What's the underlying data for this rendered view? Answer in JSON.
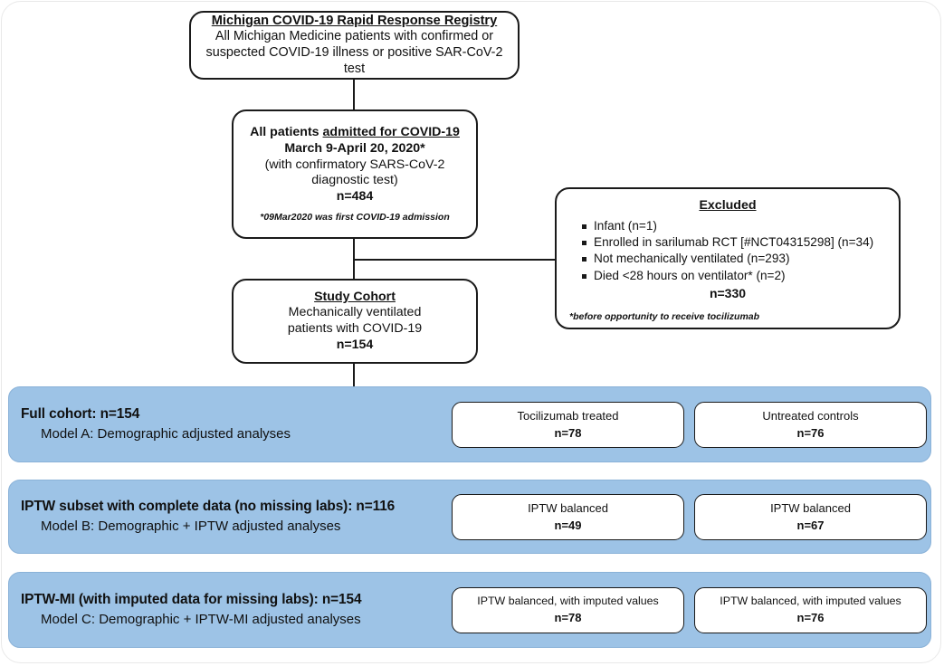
{
  "figure": {
    "type": "flow-diagram",
    "title": "Study cohort derivation flow diagram"
  },
  "boxes": {
    "registry": {
      "title": "Michigan COVID-19 Rapid Response Registry",
      "line1": "All Michigan Medicine patients with confirmed or",
      "line2": "suspected COVID-19 illness or positive SAR-CoV-2 test"
    },
    "admitted": {
      "line1_prefix": "All patients ",
      "line1_underline": "admitted for COVID-19",
      "line2": "March 9-April 20, 2020*",
      "line3": "(with confirmatory SARS-CoV-2",
      "line4": "diagnostic test)",
      "n": "n=484",
      "footnote": "*09Mar2020 was first COVID-19 admission"
    },
    "excluded": {
      "title": "Excluded",
      "items": [
        "Infant (n=1)",
        "Enrolled in sarilumab RCT [#NCT04315298] (n=34)",
        "Not mechanically ventilated (n=293)",
        "Died <28 hours on ventilator* (n=2)"
      ],
      "total": "n=330",
      "footnote": "*before opportunity to receive tocilizumab"
    },
    "cohort": {
      "title": "Study Cohort",
      "line1": "Mechanically ventilated",
      "line2": "patients with COVID-19",
      "n": "n=154"
    }
  },
  "bands": [
    {
      "id": "A",
      "label_line1": "Full cohort:  n=154",
      "label_line2": "Model A:  Demographic adjusted analyses",
      "left_box": {
        "title": "Tocilizumab treated",
        "n": "n=78"
      },
      "right_box": {
        "title": "Untreated controls",
        "n": "n=76"
      }
    },
    {
      "id": "B",
      "label_line1": "IPTW subset with complete data (no missing labs):  n=116",
      "label_line2": "Model B:  Demographic + IPTW adjusted analyses",
      "left_box": {
        "title": "IPTW balanced",
        "n": "n=49"
      },
      "right_box": {
        "title": "IPTW balanced",
        "n": "n=67"
      }
    },
    {
      "id": "C",
      "label_line1": "IPTW-MI (with imputed data for missing labs):  n=154",
      "label_line2": "Model C:  Demographic + IPTW-MI adjusted analyses",
      "left_box": {
        "title": "IPTW balanced, with imputed values",
        "n": "n=78"
      },
      "right_box": {
        "title": "IPTW balanced, with imputed values",
        "n": "n=76"
      }
    }
  ],
  "colors": {
    "band_fill": "#9dc3e6",
    "box_border": "#1a1a1a",
    "box_fill": "#ffffff",
    "text": "#111111"
  }
}
